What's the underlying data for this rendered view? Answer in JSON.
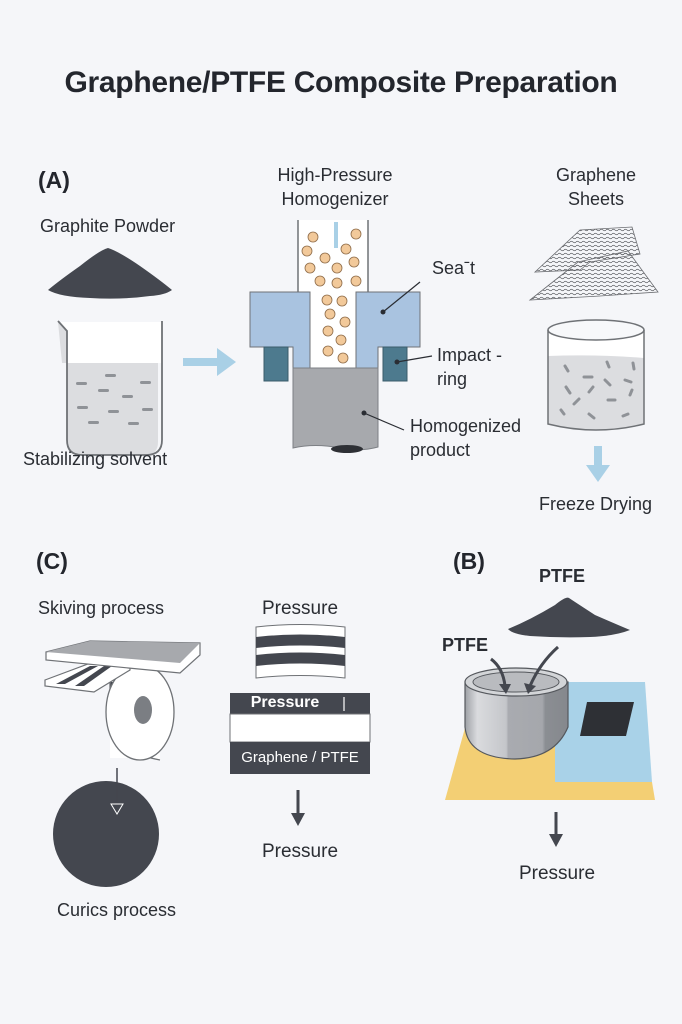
{
  "title": "Graphene/PTFE Composite Preparation",
  "panels": {
    "a": {
      "label": "(A)",
      "graphite_powder": "Graphite Powder",
      "solvent": "Stabilizing solvent",
      "homogenizer_title_line1": "High-Pressure",
      "homogenizer_title_line2": "Homogenizer",
      "seat": "Seaˉt",
      "impact_ring_line1": "Impact -",
      "impact_ring_line2": "ring",
      "product_line1": "Homogenized",
      "product_line2": "product",
      "graphene_sheets_line1": "Graphene",
      "graphene_sheets_line2": "Sheets",
      "freeze_drying": "Freeze Drying"
    },
    "b": {
      "label": "(B)",
      "ptfe_top": "PTFE",
      "ptfe_left": "PTFE",
      "pressure": "Pressure"
    },
    "c": {
      "label": "(C)",
      "skiving": "Skiving process",
      "curics": "Curics process",
      "pressure_top": "Pressure",
      "pressure_box": "Pressure",
      "composite_box": "Graphene / PTFE",
      "pressure_bottom": "Pressure"
    }
  },
  "colors": {
    "background": "#f5f6f9",
    "dark": "#44474f",
    "arrow_blue": "#a9d0e6",
    "seat_blue": "#a9c3e0",
    "impact_ring": "#4d7a8e",
    "product_grey": "#a7a9ad",
    "particle": "#f2c99a",
    "liquid": "#dcdde0",
    "yellow": "#f3cf74",
    "light_blue": "#a9d2e8"
  }
}
